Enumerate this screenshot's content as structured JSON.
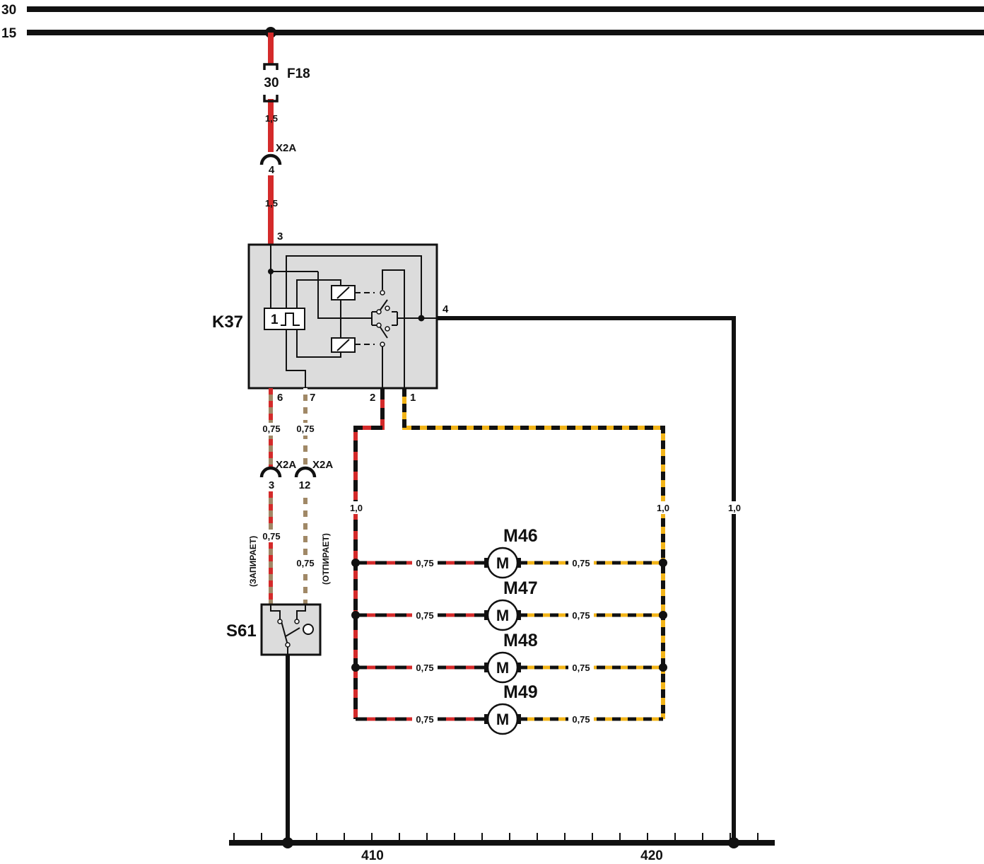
{
  "rails": {
    "r30": "30",
    "r15": "15"
  },
  "fuse": {
    "id": "F18",
    "rating": "30"
  },
  "connectors": {
    "x2a_top": "X2A",
    "x2a_left": "X2A",
    "x2a_right": "X2A"
  },
  "pins": {
    "x2a_top_pin": "4",
    "x2a_left_pin": "3",
    "x2a_right_pin": "12",
    "k37_p3": "3",
    "k37_p4": "4",
    "k37_p6": "6",
    "k37_p7": "7",
    "k37_p2": "2",
    "k37_p1": "1"
  },
  "gauges": {
    "g_top1": "1,5",
    "g_top2": "1,5",
    "g_p6": "0,75",
    "g_p7": "0,75",
    "g_left_low": "0,75",
    "g_right_low": "0,75",
    "g_left_bus": "1,0",
    "g_right_bus": "1,0",
    "g_ground": "1,0",
    "motor_left": "0,75",
    "motor_right": "0,75"
  },
  "components": {
    "relay": "K37",
    "relay_pulse_label": "1",
    "switch": "S61"
  },
  "wire_labels": {
    "lock": "(ЗАПИРАЕТ)",
    "unlock": "(ОТПИРАЕТ)"
  },
  "motors": [
    {
      "id": "M46",
      "glyph": "M"
    },
    {
      "id": "M47",
      "glyph": "M"
    },
    {
      "id": "M48",
      "glyph": "M"
    },
    {
      "id": "M49",
      "glyph": "M"
    }
  ],
  "ground": {
    "left": "410",
    "right": "420"
  },
  "colors": {
    "red": "#d42a2a",
    "black": "#111111",
    "yellow": "#f2b418",
    "brown": "#a08866",
    "white": "#ffffff",
    "relay_fill": "#dcdcdc"
  }
}
